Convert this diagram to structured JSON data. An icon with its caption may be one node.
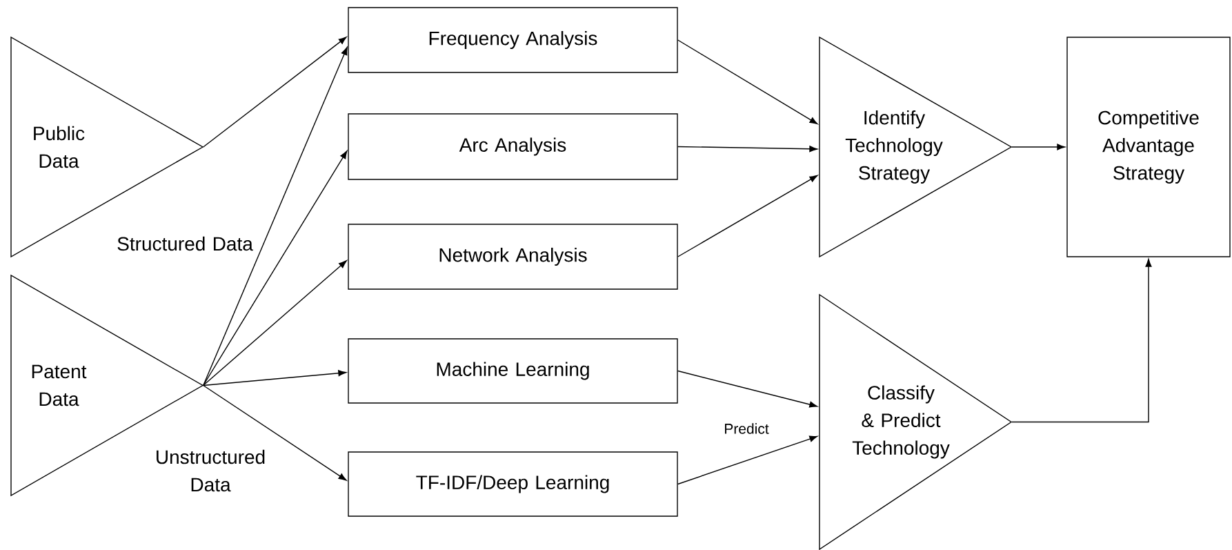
{
  "diagram": {
    "nodes": [
      {
        "text": [
          "Public Data"
        ]
      },
      {
        "text": [
          "Patent Data"
        ]
      },
      {
        "text": [
          "Frequency Analysis"
        ]
      },
      {
        "text": [
          "Arc Analysis"
        ]
      },
      {
        "text": [
          "Network Analysis"
        ]
      },
      {
        "text": [
          "Machine Learning"
        ]
      },
      {
        "text": [
          "TF-IDF/Deep Learning"
        ]
      },
      {
        "text": [
          "Identify Technology Strategy"
        ]
      },
      {
        "text": [
          "Classify & Predict Technology"
        ]
      },
      {
        "text": [
          "Competitive Advantage Strategy"
        ]
      }
    ],
    "edges": [
      {
        "from": 0,
        "to": 2,
        "arrow": "to"
      },
      {
        "from": 1,
        "to": 2,
        "arrow": "to"
      },
      {
        "from": 1,
        "to": 3,
        "arrow": "to"
      },
      {
        "from": 1,
        "to": 4,
        "arrow": "to"
      },
      {
        "from": 1,
        "to": 5,
        "arrow": "to"
      },
      {
        "from": 1,
        "to": 6,
        "arrow": "to"
      },
      {
        "from": 2,
        "to": 7,
        "arrow": "to"
      },
      {
        "from": 3,
        "to": 7,
        "arrow": "to"
      },
      {
        "from": 4,
        "to": 7,
        "arrow": "to"
      },
      {
        "from": 5,
        "to": 8,
        "arrow": "to"
      },
      {
        "from": 6,
        "to": 8,
        "arrow": "to",
        "label": "Predict"
      },
      {
        "from": 7,
        "to": 9,
        "arrow": "to"
      },
      {
        "from": 8,
        "to": 9,
        "arrow": "to"
      }
    ],
    "labels": [
      "Structured Data",
      "Unstructured Data"
    ]
  }
}
